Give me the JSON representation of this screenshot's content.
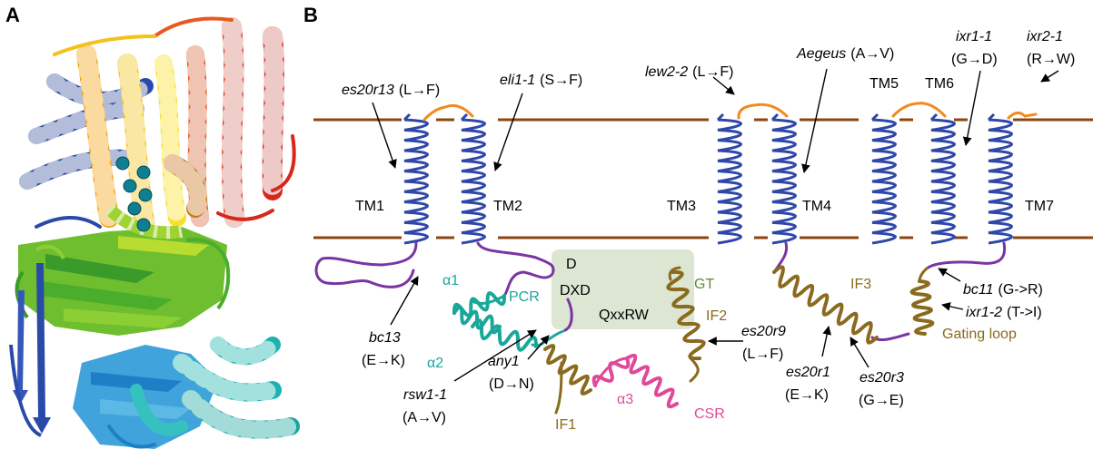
{
  "panels": {
    "a": "A",
    "b": "B"
  },
  "colors": {
    "membrane": "#8b4513",
    "helix": "#2f47a8",
    "loop_extracellular": "#f28a1e",
    "loop_intracellular": "#7a35a3",
    "teal": "#1aa79a",
    "gold": "#8a6a1e",
    "magenta": "#e0489a",
    "box": "#dde6d2"
  },
  "domains": {
    "tm": [
      "TM1",
      "TM2",
      "TM3",
      "TM4",
      "TM5",
      "TM6",
      "TM7"
    ],
    "alpha1": "α1",
    "alpha2": "α2",
    "pcr": "PCR",
    "d": "D",
    "dxd": "DXD",
    "qxxrw": "QxxRW",
    "gt": "GT",
    "if1": "IF1",
    "if2": "IF2",
    "if3": "IF3",
    "alpha3": "α3",
    "csr": "CSR",
    "gating_loop": "Gating loop"
  },
  "mutations": {
    "es20r13": {
      "name": "es20r13",
      "change": "(L→F)"
    },
    "eli1": {
      "name": "eli1-1",
      "change": "(S→F)"
    },
    "lew2": {
      "name": "lew2-2",
      "change": "(L→F)"
    },
    "aegeus": {
      "name": "Aegeus",
      "change": "(A→V)"
    },
    "ixr1": {
      "name": "ixr1-1",
      "change": "(G→D)"
    },
    "ixr2": {
      "name": "ixr2-1",
      "change": "(R→W)"
    },
    "bc13": {
      "name": "bc13",
      "change": "(E→K)"
    },
    "rsw1": {
      "name": "rsw1-1",
      "change": "(A→V)"
    },
    "any1": {
      "name": "any1",
      "change": "(D→N)"
    },
    "es20r9": {
      "name": "es20r9",
      "change": "(L→F)"
    },
    "es20r1": {
      "name": "es20r1",
      "change": "(E→K)"
    },
    "es20r3": {
      "name": "es20r3",
      "change": "(G→E)"
    },
    "bc11": {
      "name": "bc11",
      "change": "(G->R)"
    },
    "ixr12": {
      "name": "ixr1-2",
      "change": "(T->I)"
    }
  }
}
